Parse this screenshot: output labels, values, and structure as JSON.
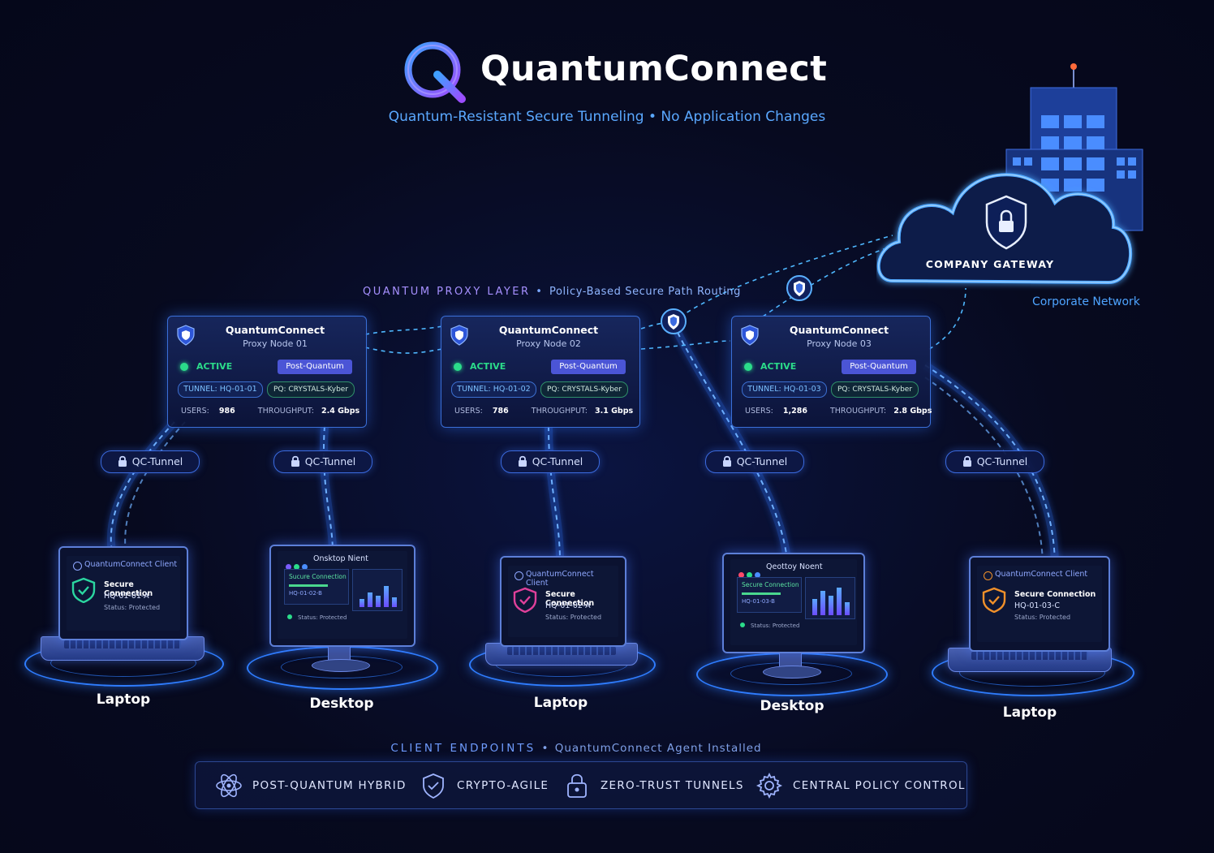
{
  "brand": {
    "name": "QuantumConnect",
    "tagline": "Quantum-Resistant Secure Tunneling • No Application Changes"
  },
  "proxy_layer": {
    "label_main": "QUANTUM PROXY LAYER",
    "label_sep": "•",
    "label_sub": "Policy-Based Secure Path Routing"
  },
  "nodes": [
    {
      "title": "QuantumConnect",
      "subtitle": "Proxy Node 01",
      "status": "ACTIVE",
      "badge": "Post-Quantum",
      "tunnel_label": "TUNNEL:",
      "tunnel_id": "HQ-01-01",
      "pq": "PQ: CRYSTALS-Kyber",
      "users_label": "USERS:",
      "users": "986",
      "throughput_label": "THROUGHPUT:",
      "throughput": "2.4 Gbps"
    },
    {
      "title": "QuantumConnect",
      "subtitle": "Proxy Node 02",
      "status": "ACTIVE",
      "badge": "Post-Quantum",
      "tunnel_label": "TUNNEL:",
      "tunnel_id": "HQ-01-02",
      "pq": "PQ: CRYSTALS-Kyber",
      "users_label": "USERS:",
      "users": "786",
      "throughput_label": "THROUGHPUT:",
      "throughput": "3.1 Gbps"
    },
    {
      "title": "QuantumConnect",
      "subtitle": "Proxy Node 03",
      "status": "ACTIVE",
      "badge": "Post-Quantum",
      "tunnel_label": "TUNNEL:",
      "tunnel_id": "HQ-01-03",
      "pq": "PQ: CRYSTALS-Kyber",
      "users_label": "USERS:",
      "users": "1,286",
      "throughput_label": "THROUGHPUT:",
      "throughput": "2.8 Gbps"
    }
  ],
  "tunnels": [
    "QC-Tunnel",
    "QC-Tunnel",
    "QC-Tunnel",
    "QC-Tunnel",
    "QC-Tunnel"
  ],
  "gateway": {
    "label": "COMPANY GATEWAY",
    "network": "Corporate Network"
  },
  "devices": [
    {
      "type": "laptop",
      "label": "Laptop",
      "app": "QuantumConnect Client",
      "line1": "Secure Connection",
      "line2": "HQ-01-01-A",
      "line3": "Status: Protected",
      "shield_color": "#2bd6a0"
    },
    {
      "type": "desktop",
      "label": "Desktop",
      "app": "Onsktop Nient",
      "line1": "Sucure Connection",
      "line2": "HQ-01-02-B",
      "line3": "Status: Protected"
    },
    {
      "type": "laptop",
      "label": "Laptop",
      "app": "QuantumConnect Client",
      "line1": "Secure Connection",
      "line2": "HQ-01-02-A",
      "line3": "Status: Protected",
      "shield_color": "#e0409a"
    },
    {
      "type": "desktop",
      "label": "Desktop",
      "app": "Qeottoy Noent",
      "line1": "Secure Connection",
      "line2": "HQ-01-03-B",
      "line3": "Status: Protected"
    },
    {
      "type": "laptop",
      "label": "Laptop",
      "app": "QuantumConnect Client",
      "line1": "Secure Connection",
      "line2": "HQ-01-03-C",
      "line3": "Status: Protected",
      "shield_color": "#f0902a"
    }
  ],
  "endpoints": {
    "label_main": "CLIENT ENDPOINTS",
    "label_sep": "•",
    "label_sub": "QuantumConnect Agent Installed"
  },
  "features": [
    {
      "icon": "atom-icon",
      "label": "POST-QUANTUM HYBRID"
    },
    {
      "icon": "shield-icon",
      "label": "CRYPTO-AGILE"
    },
    {
      "icon": "lock-icon",
      "label": "ZERO-TRUST TUNNELS"
    },
    {
      "icon": "gear-icon",
      "label": "CENTRAL POLICY CONTROL"
    }
  ],
  "colors": {
    "background": "#070a1c",
    "accent_blue": "#3b7bff",
    "active_green": "#2bdc8a",
    "badge_purple": "#4b55d6",
    "brand_logo": "#7a5cff"
  }
}
